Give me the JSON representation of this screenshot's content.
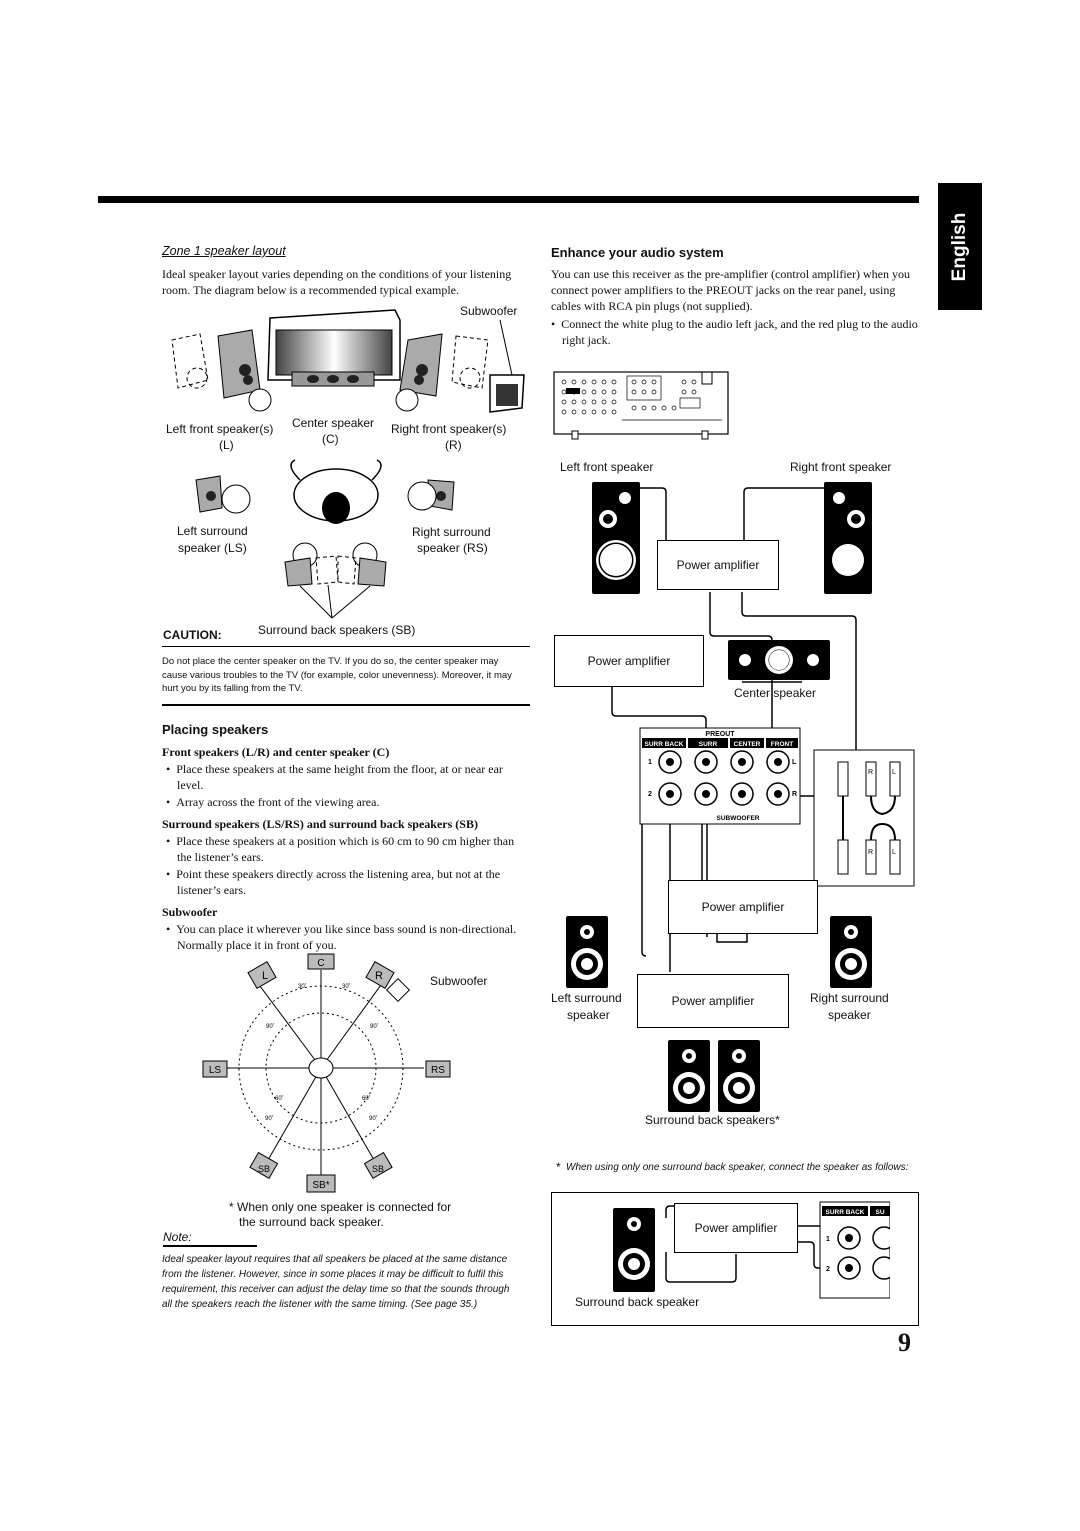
{
  "side_tab": "English",
  "page_number": "9",
  "zone1": {
    "heading": "Zone 1 speaker layout",
    "intro": "Ideal speaker layout varies depending on the conditions of your listening room. The diagram below is a recommended typical example.",
    "labels": {
      "subwoofer": "Subwoofer",
      "left_front": "Left front speaker(s)",
      "left_front_code": "(L)",
      "center": "Center speaker",
      "center_code": "(C)",
      "right_front": "Right front speaker(s)",
      "right_front_code": "(R)",
      "left_surround": "Left surround",
      "left_surround_code": "speaker (LS)",
      "right_surround": "Right surround",
      "right_surround_code": "speaker (RS)",
      "surround_back": "Surround back speakers (SB)"
    }
  },
  "caution": {
    "heading": "CAUTION:",
    "text": "Do not place the center speaker on the TV. If you do so, the center speaker may cause various troubles to the TV (for example, color unevenness). Moreover, it may hurt you by its falling from the TV."
  },
  "placing": {
    "heading": "Placing speakers",
    "front_heading": "Front speakers (L/R) and center speaker (C)",
    "front_bullets": [
      "Place these speakers at the same height from the floor, at or near ear level.",
      "Array across the front of the viewing area."
    ],
    "surround_heading": "Surround speakers (LS/RS) and surround back speakers (SB)",
    "surround_bullets": [
      "Place these speakers at a position which is 60 cm to 90 cm higher than the listener’s ears.",
      "Point these speakers directly across the listening area, but not at the listener’s ears."
    ],
    "sub_heading": "Subwoofer",
    "sub_bullets": [
      "You can place it wherever you like since bass sound is non-directional. Normally place it in front of you."
    ]
  },
  "circle_diagram": {
    "c": "C",
    "l": "L",
    "r": "R",
    "ls": "LS",
    "rs": "RS",
    "sb": "SB",
    "sb_star": "SB*",
    "subwoofer": "Subwoofer",
    "a30": "30˚",
    "a60": "60˚",
    "a90": "90˚",
    "footnote_line1": "* When only one speaker is connected for",
    "footnote_line2": "the surround back speaker."
  },
  "note": {
    "heading": "Note:",
    "text": "Ideal speaker layout requires that all speakers be placed at the same distance from the listener. However, since in some places it may be difficult to fulfil this requirement, this receiver can adjust the delay time so that the sounds through all the speakers reach the listener with the same timing. (See page 35.)"
  },
  "enhance": {
    "heading": "Enhance your audio system",
    "text": "You can use this receiver as the pre-amplifier (control amplifier) when you connect power amplifiers to the PREOUT jacks on the rear panel, using cables with RCA pin plugs (not supplied).",
    "bullet": "Connect the white plug to the audio left jack, and the red plug to the audio right jack."
  },
  "wiring": {
    "left_front": "Left front speaker",
    "right_front": "Right front speaker",
    "power_amp": "Power amplifier",
    "center": "Center speaker",
    "preout": "PREOUT",
    "surr_back": "SURR BACK",
    "surr": "SURR",
    "center_jack": "CENTER",
    "front": "FRONT",
    "subwoofer": "SUBWOOFER",
    "n1": "1",
    "n2": "2",
    "jl": "L",
    "jr": "R",
    "left_surround": "Left surround",
    "right_surround": "Right surround",
    "speaker": "speaker",
    "surround_back": "Surround back speakers*",
    "footnote": "When using only one surround back speaker, connect the speaker as follows:",
    "footnote_star": "*",
    "surround_back_single": "Surround back speaker",
    "su": "SU"
  }
}
